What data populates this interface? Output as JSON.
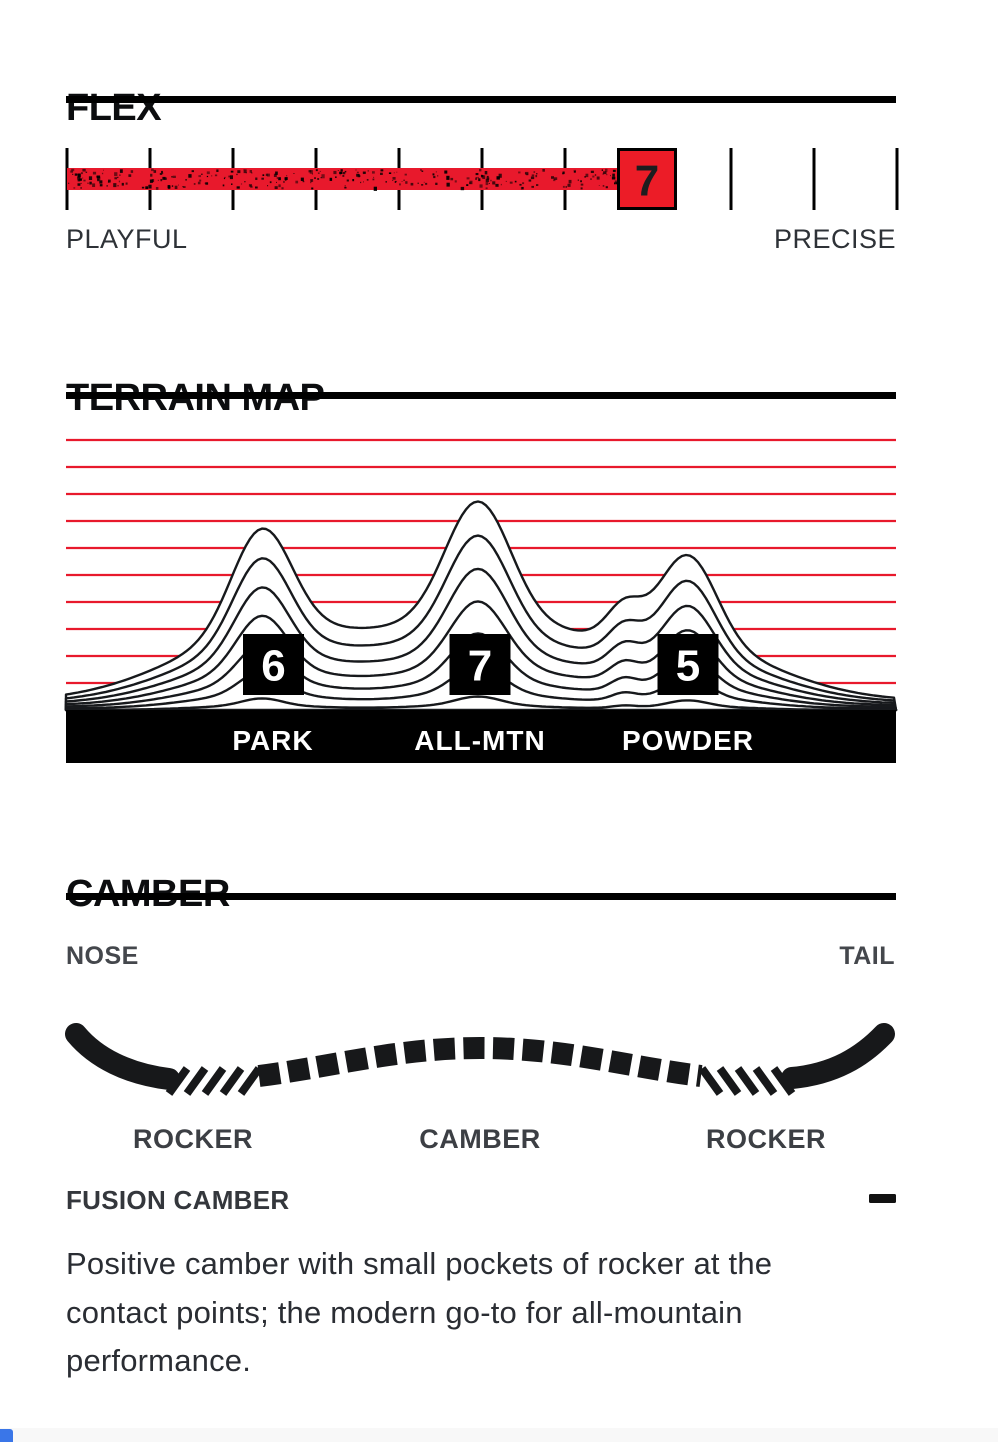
{
  "flex": {
    "title": "FLEX",
    "left_label": "PLAYFUL",
    "right_label": "PRECISE",
    "value_label": "7"
  },
  "terrain": {
    "title": "TERRAIN MAP"
  },
  "camber": {
    "title": "CAMBER",
    "nose_label": "NOSE",
    "tail_label": "TAIL",
    "zone_labels": [
      "ROCKER",
      "CAMBER",
      "ROCKER"
    ],
    "profile_name": "FUSION CAMBER",
    "collapse_icon": "minus-icon",
    "description_lines": [
      "Positive camber with small pockets of rocker at the",
      "contact points; the modern go-to for all-mountain",
      "performance."
    ]
  },
  "colors": {
    "accent_red": "#e8192c",
    "marker_red": "#ec1c27",
    "ink_black": "#000000",
    "contour_stroke": "#17191c",
    "label_white": "#ffffff"
  },
  "chart_data": [
    {
      "id": "flex-scale",
      "type": "bar",
      "title": "FLEX",
      "value": 7,
      "scale": {
        "min": 0,
        "max": 10,
        "ticks": 11
      },
      "labels": {
        "left": "PLAYFUL",
        "right": "PRECISE"
      },
      "colors": {
        "bar": "#e8192c",
        "marker_fill": "#ec1c27",
        "marker_border": "#000000",
        "marker_text": "#1d1d1f"
      }
    },
    {
      "id": "terrain-map",
      "type": "area",
      "title": "TERRAIN MAP",
      "categories": [
        "PARK",
        "ALL-MTN",
        "POWDER"
      ],
      "values": [
        6,
        7,
        5
      ],
      "ylim": [
        0,
        10
      ],
      "gridlines": {
        "count": 10,
        "color": "#e8192c"
      },
      "contour_levels": 7,
      "colors": {
        "outline": "#17191c",
        "fill": "#ffffff",
        "base_bar": "#000000",
        "label_text": "#ffffff"
      }
    }
  ]
}
